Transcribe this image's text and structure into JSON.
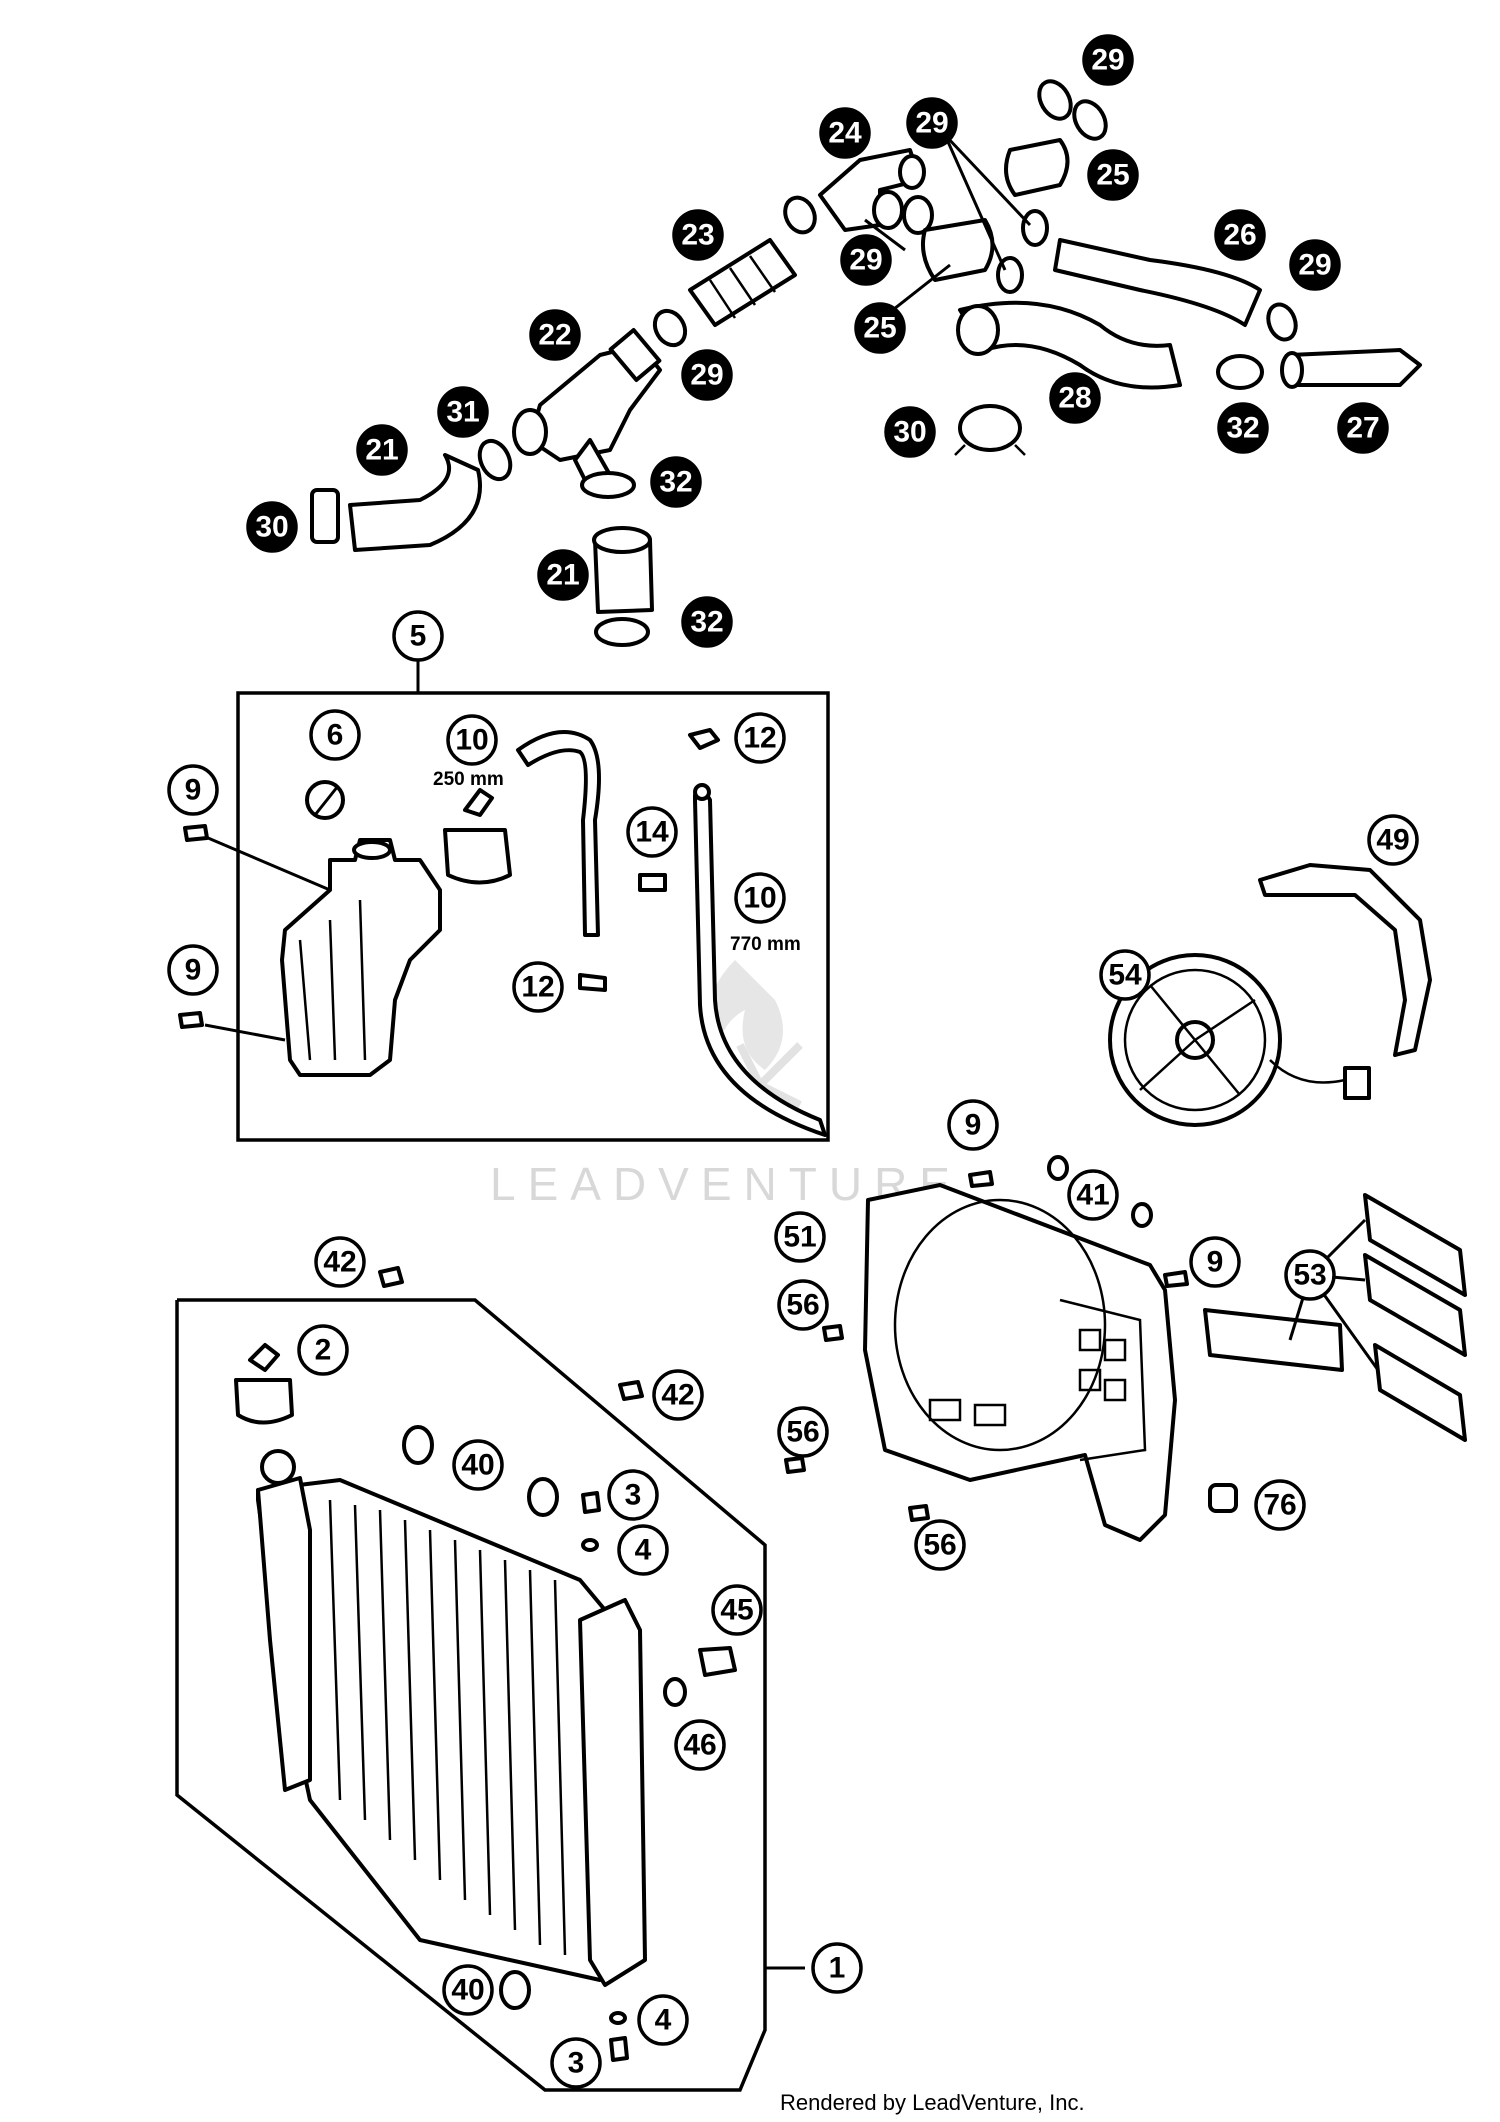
{
  "callouts": [
    {
      "label": "29",
      "filled": true
    },
    {
      "label": "24",
      "filled": true
    },
    {
      "label": "29",
      "filled": true
    },
    {
      "label": "25",
      "filled": true
    },
    {
      "label": "23",
      "filled": true
    },
    {
      "label": "29",
      "filled": true
    },
    {
      "label": "26",
      "filled": true
    },
    {
      "label": "29",
      "filled": true
    },
    {
      "label": "25",
      "filled": true
    },
    {
      "label": "22",
      "filled": true
    },
    {
      "label": "29",
      "filled": true
    },
    {
      "label": "28",
      "filled": true
    },
    {
      "label": "31",
      "filled": true
    },
    {
      "label": "30",
      "filled": true
    },
    {
      "label": "32",
      "filled": true
    },
    {
      "label": "27",
      "filled": true
    },
    {
      "label": "21",
      "filled": true
    },
    {
      "label": "32",
      "filled": true
    },
    {
      "label": "30",
      "filled": true
    },
    {
      "label": "21",
      "filled": true
    },
    {
      "label": "32",
      "filled": true
    },
    {
      "label": "5",
      "filled": false
    },
    {
      "label": "6",
      "filled": false
    },
    {
      "label": "10",
      "filled": false
    },
    {
      "label": "12",
      "filled": false
    },
    {
      "label": "9",
      "filled": false
    },
    {
      "label": "14",
      "filled": false
    },
    {
      "label": "10",
      "filled": false
    },
    {
      "label": "9",
      "filled": false
    },
    {
      "label": "12",
      "filled": false
    },
    {
      "label": "49",
      "filled": false
    },
    {
      "label": "54",
      "filled": false
    },
    {
      "label": "9",
      "filled": false
    },
    {
      "label": "41",
      "filled": false
    },
    {
      "label": "51",
      "filled": false
    },
    {
      "label": "9",
      "filled": false
    },
    {
      "label": "42",
      "filled": false
    },
    {
      "label": "53",
      "filled": false
    },
    {
      "label": "56",
      "filled": false
    },
    {
      "label": "2",
      "filled": false
    },
    {
      "label": "42",
      "filled": false
    },
    {
      "label": "56",
      "filled": false
    },
    {
      "label": "40",
      "filled": false
    },
    {
      "label": "3",
      "filled": false
    },
    {
      "label": "76",
      "filled": false
    },
    {
      "label": "4",
      "filled": false
    },
    {
      "label": "56",
      "filled": false
    },
    {
      "label": "45",
      "filled": false
    },
    {
      "label": "46",
      "filled": false
    },
    {
      "label": "1",
      "filled": false
    },
    {
      "label": "40",
      "filled": false
    },
    {
      "label": "4",
      "filled": false
    },
    {
      "label": "3",
      "filled": false
    }
  ],
  "measurements": {
    "hose_short": "250 mm",
    "hose_long": "770 mm"
  },
  "watermark": "LEADVENTURE",
  "credit": "Rendered by LeadVenture, Inc."
}
